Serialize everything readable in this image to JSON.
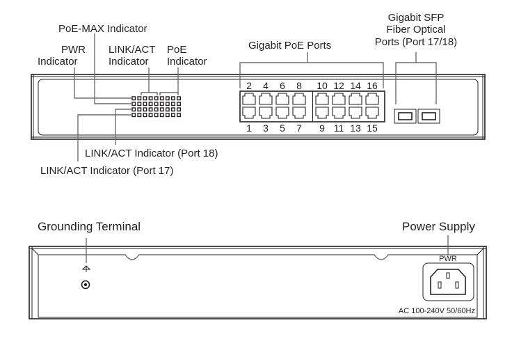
{
  "front_panel": {
    "callouts": {
      "poe_max": "PoE-MAX Indicator",
      "pwr_line1": "PWR",
      "pwr_line2": "Indicator",
      "linkact_line1": "LINK/ACT",
      "linkact_line2": "Indicator",
      "poe_line1": "PoE",
      "poe_line2": "Indicator",
      "gigabit_poe_ports": "Gigabit PoE Ports",
      "sfp_line1": "Gigabit SFP",
      "sfp_line2": "Fiber Optical",
      "sfp_line3": "Ports (Port 17/18)",
      "linkact_port18": "LINK/ACT Indicator (Port 18)",
      "linkact_port17": "LINK/ACT Indicator (Port 17)"
    },
    "led_grid": {
      "rows": 4,
      "cols": 9
    },
    "port_numbers_top": [
      "2",
      "4",
      "6",
      "8",
      "10",
      "12",
      "14",
      "16"
    ],
    "port_numbers_bottom": [
      "1",
      "3",
      "5",
      "7",
      "9",
      "11",
      "13",
      "15"
    ],
    "sfp_ports": 2
  },
  "rear_panel": {
    "callouts": {
      "grounding_terminal": "Grounding Terminal",
      "power_supply": "Power Supply"
    },
    "pwr_label": "PWR",
    "power_rating": "AC 100-240V 50/60Hz"
  }
}
